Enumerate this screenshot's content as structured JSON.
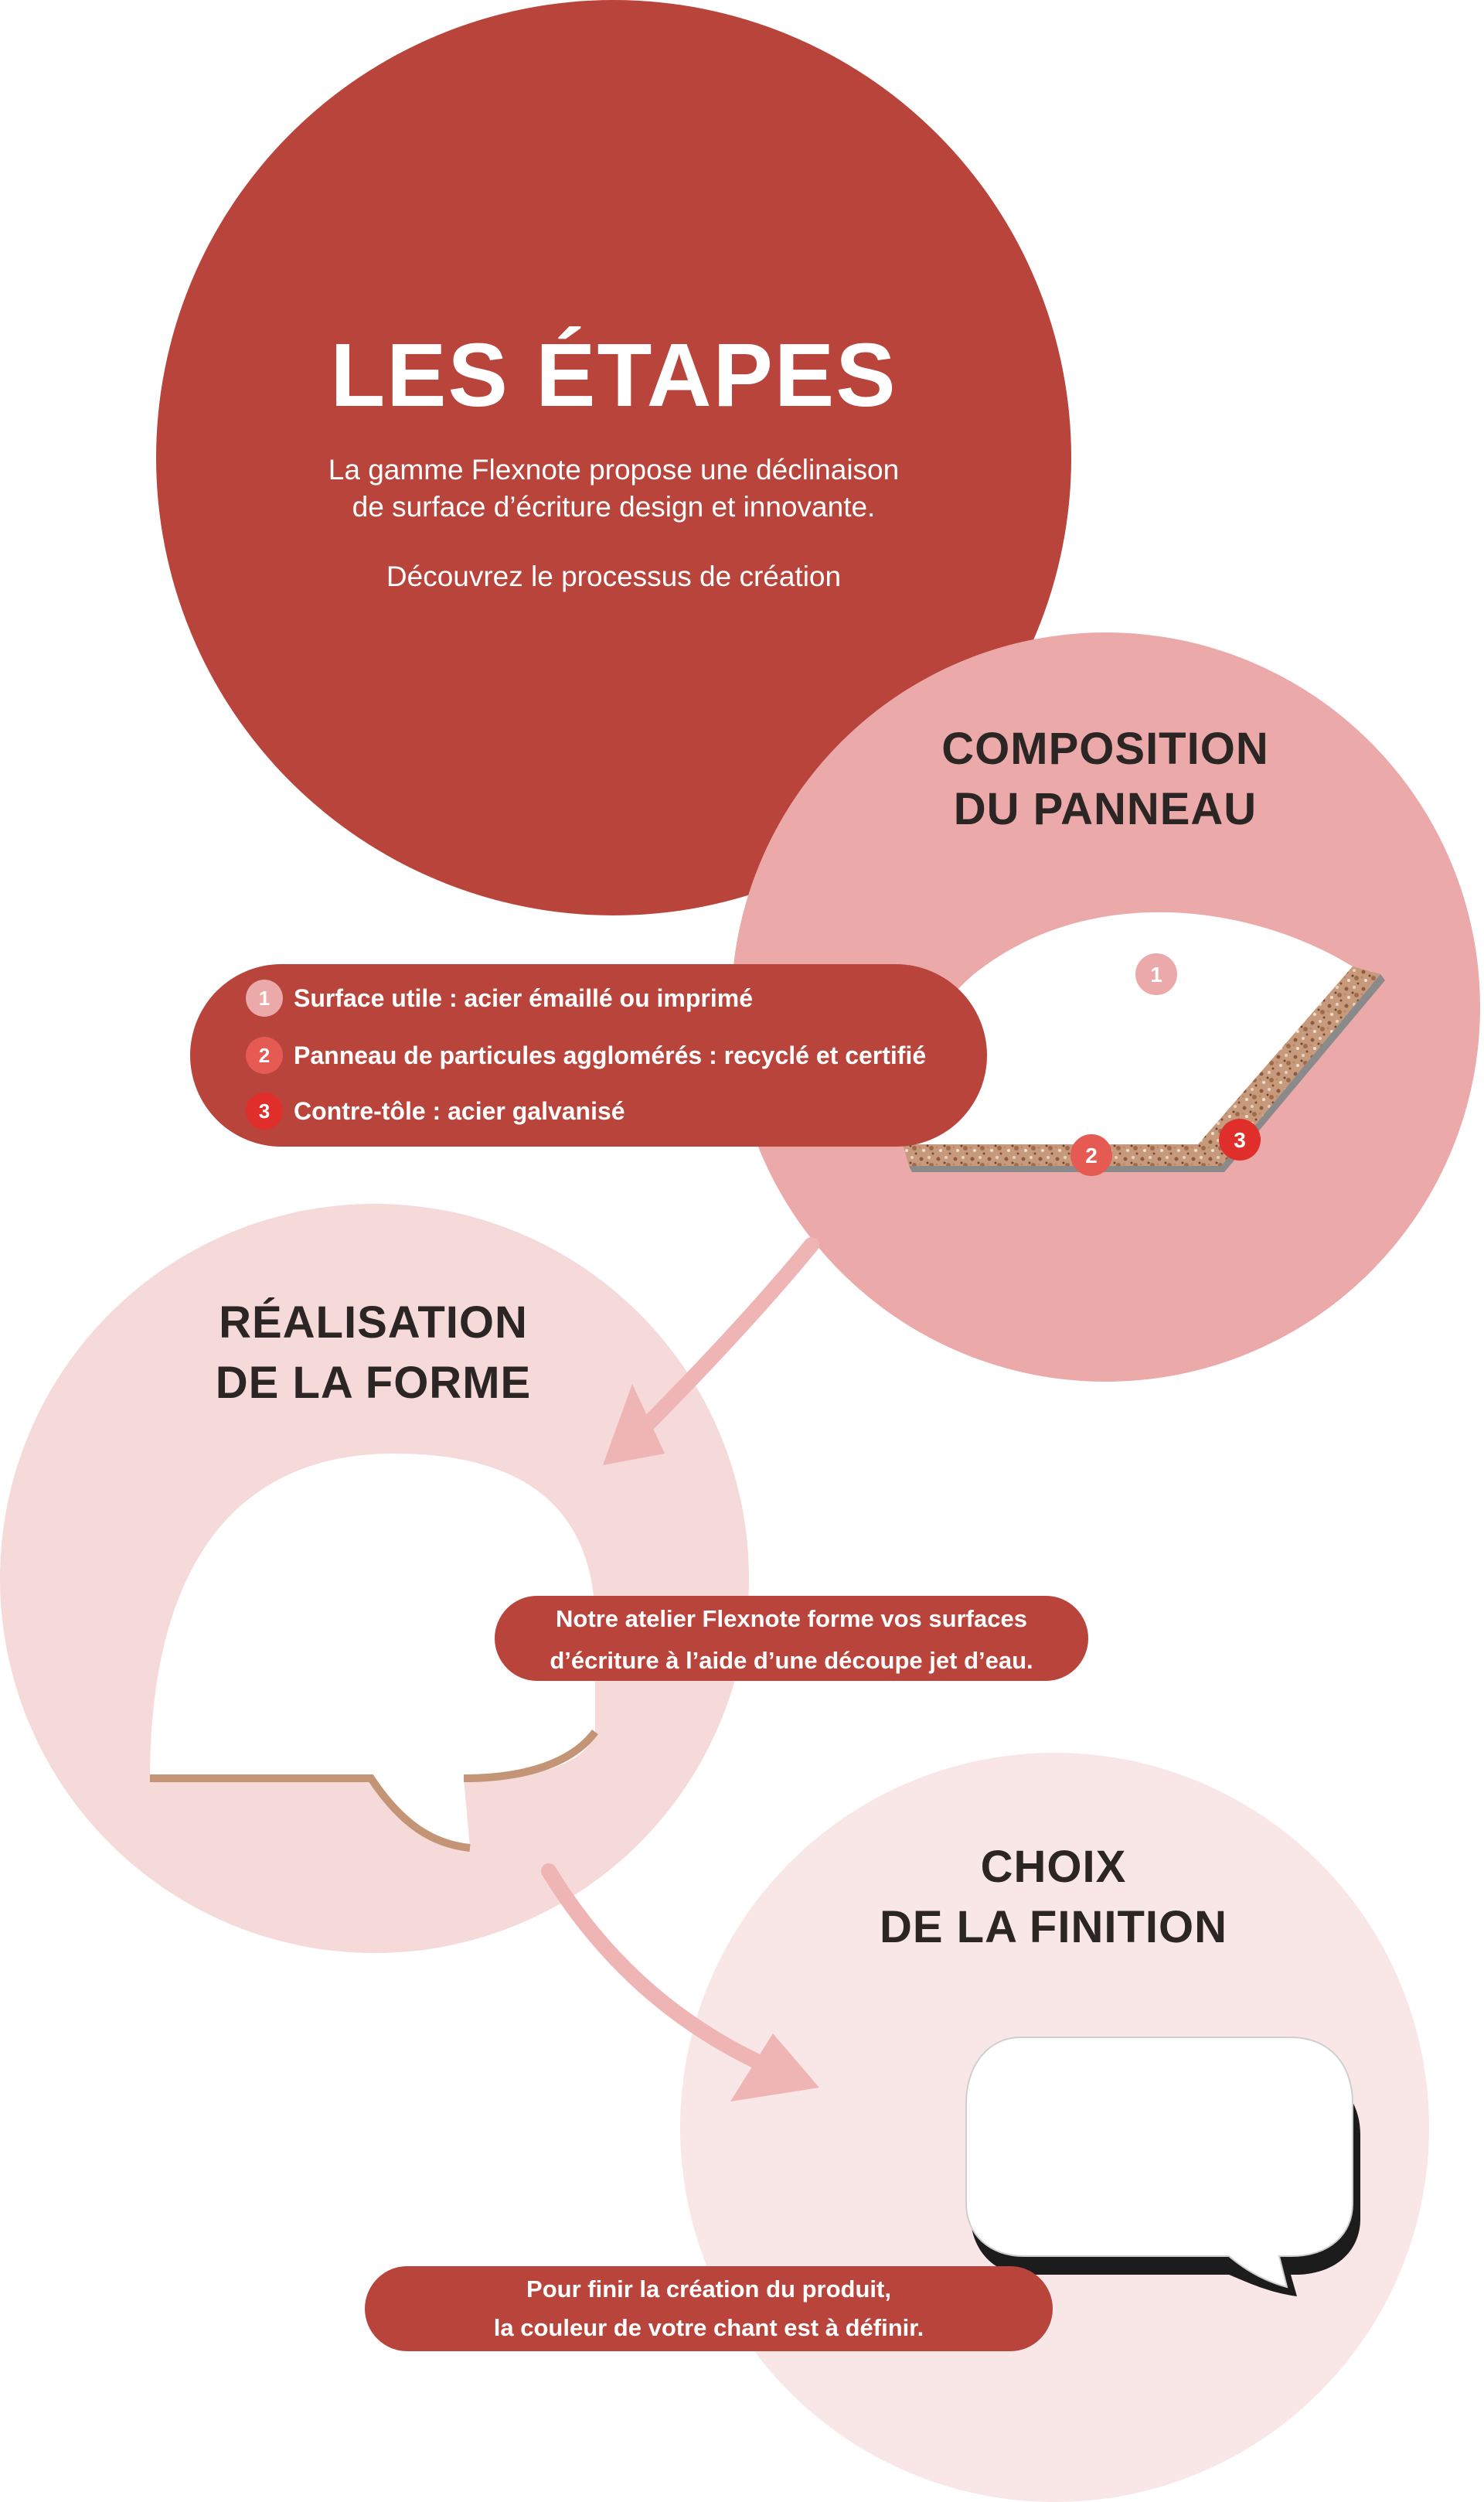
{
  "title": "LES ÉTAPES",
  "intro": {
    "line1": "La gamme Flexnote propose une déclinaison",
    "line2": "de surface d’écriture design et innovante.",
    "line3": "Découvrez le processus de création"
  },
  "step1": {
    "heading_line1": "COMPOSITION",
    "heading_line2": "DU PANNEAU",
    "legend": [
      {
        "number": "1",
        "text": "Surface utile : acier émaillé ou imprimé",
        "color": "#eba9a9"
      },
      {
        "number": "2",
        "text": "Panneau de particules agglomérés : recyclé et certifié",
        "color": "#e55a52"
      },
      {
        "number": "3",
        "text": "Contre-tôle : acier galvanisé",
        "color": "#e02f2a"
      }
    ],
    "markers": [
      "1",
      "2",
      "3"
    ]
  },
  "step2": {
    "heading_line1": "RÉALISATION",
    "heading_line2": "DE LA FORME",
    "text_line1": "Notre atelier Flexnote forme vos surfaces",
    "text_line2": "d’écriture à l’aide d’une découpe jet d’eau."
  },
  "step3": {
    "heading_line1": "CHOIX",
    "heading_line2": "DE LA FINITION",
    "text_line1": "Pour finir la création du produit,",
    "text_line2": "la couleur de votre chant est à définir."
  },
  "colors": {
    "primary": "#b9443b",
    "pink": "#eba9a9",
    "light_pink": "#f6d9d9",
    "lighter_pink": "#f9e6e6",
    "arrow": "#efb4b4"
  }
}
